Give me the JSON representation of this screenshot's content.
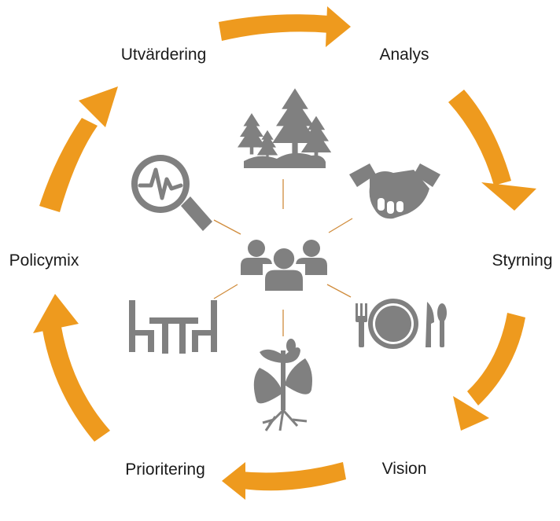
{
  "colors": {
    "arrow": "#ee9a1e",
    "icon": "#808080",
    "connector": "#d08c3c",
    "text": "#1a1a1a"
  },
  "stages": [
    {
      "key": "analys",
      "label": "Analys"
    },
    {
      "key": "styrning",
      "label": "Styrning"
    },
    {
      "key": "vision",
      "label": "Vision"
    },
    {
      "key": "prioritering",
      "label": "Prioritering"
    },
    {
      "key": "policymix",
      "label": "Policymix"
    },
    {
      "key": "utvardering",
      "label": "Utvärdering"
    }
  ],
  "center_icon": "people-group-icon",
  "spoke_icons": [
    "forest-icon",
    "handshake-icon",
    "plate-cutlery-icon",
    "plant-roots-icon",
    "table-chairs-icon",
    "magnifier-graph-icon"
  ]
}
